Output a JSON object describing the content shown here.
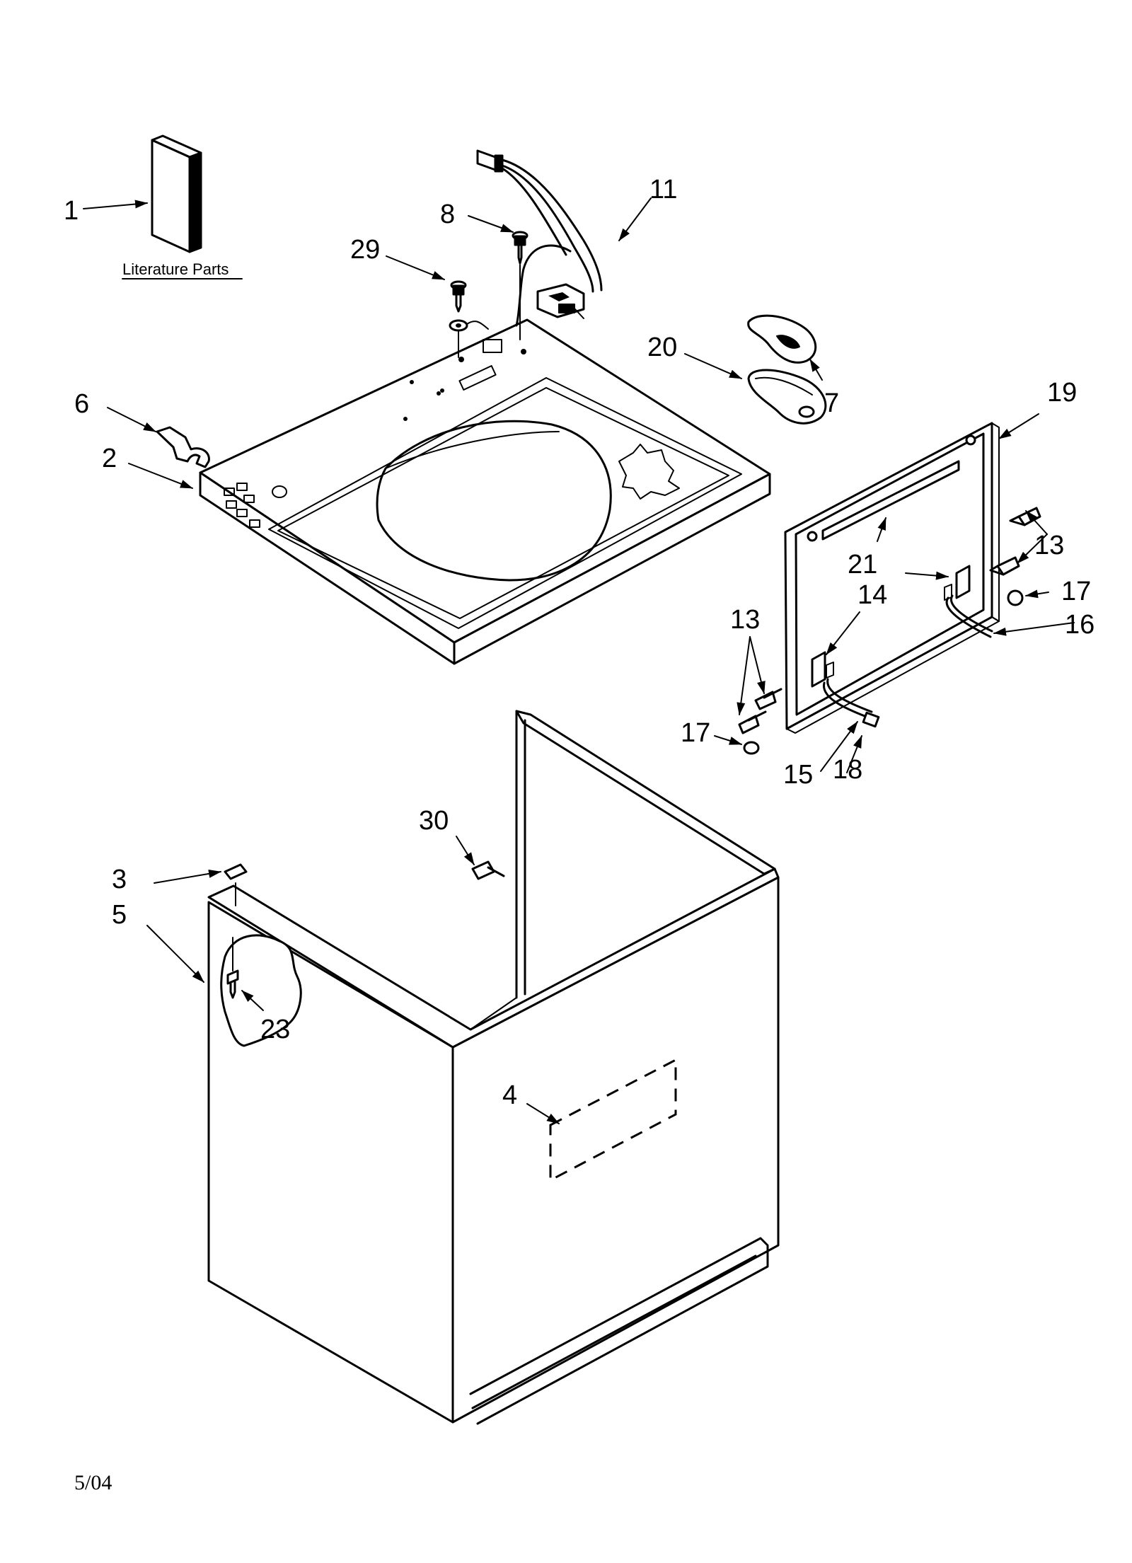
{
  "literature_caption": "Literature Parts",
  "date_code": "5/04",
  "callouts": {
    "c1": "1",
    "c2": "2",
    "c3": "3",
    "c4": "4",
    "c5": "5",
    "c6": "6",
    "c7": "7",
    "c8": "8",
    "c11": "11",
    "c13a": "13",
    "c13b": "13",
    "c14": "14",
    "c15": "15",
    "c16": "16",
    "c17a": "17",
    "c17b": "17",
    "c18": "18",
    "c19": "19",
    "c20": "20",
    "c21": "21",
    "c23": "23",
    "c29": "29",
    "c30": "30"
  }
}
